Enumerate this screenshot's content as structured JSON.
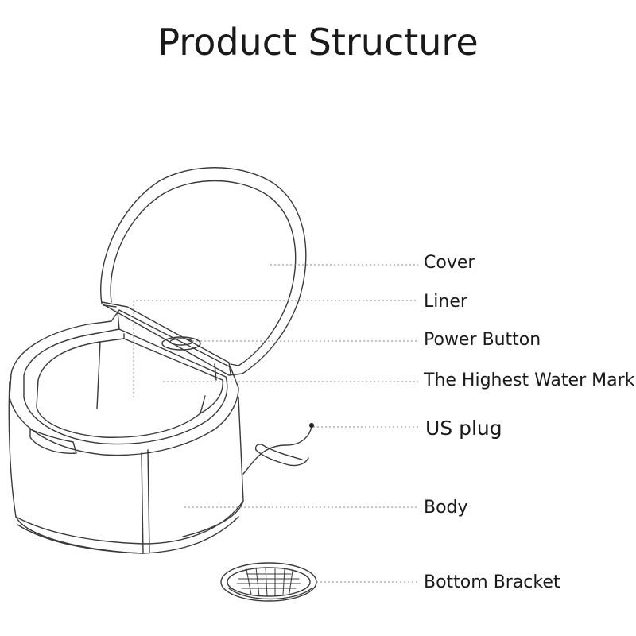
{
  "title": "Product Structure",
  "labels": {
    "cover": "Cover",
    "liner": "Liner",
    "power_button": "Power Button",
    "water_mark": "The Highest Water Mark",
    "plug": "US plug",
    "body": "Body",
    "bottom_bracket": "Bottom Bracket"
  },
  "colors": {
    "line": "#3a3a3a",
    "leader": "#888888",
    "text": "#1a1a1a",
    "background": "#ffffff"
  }
}
